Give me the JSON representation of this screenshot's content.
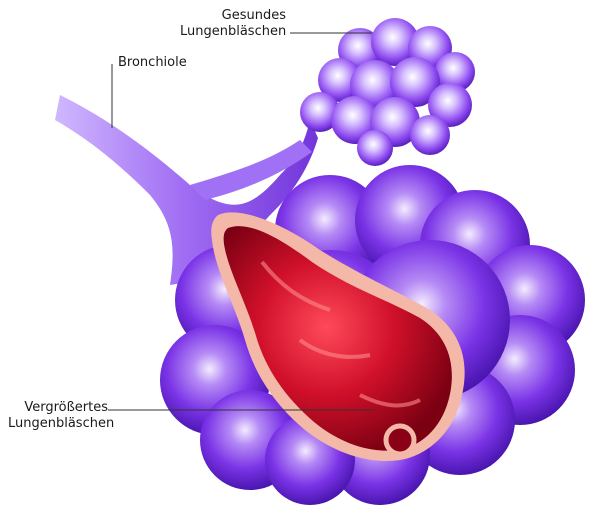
{
  "labels": {
    "healthy_alveoli": [
      "Gesundes",
      "Lungenbläschen"
    ],
    "bronchiole": "Bronchiole",
    "enlarged_alveoli": [
      "Vergrößertes",
      "Lungenbläschen"
    ]
  },
  "colors": {
    "tissue_purple": "#7a33e6",
    "tissue_highlight": "#f1e6ff",
    "tissue_shadow": "#4a16b0",
    "interior_red": "#d0102a",
    "interior_dark": "#6a0010",
    "membrane_pink": "#f3b8a8",
    "leader_line": "#333333"
  }
}
